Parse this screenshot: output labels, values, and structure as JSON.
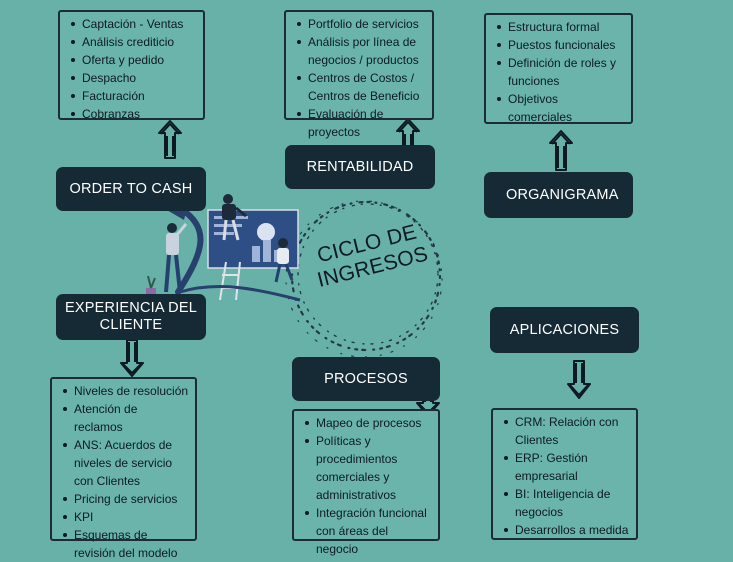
{
  "center": {
    "title_line1": "CICLO DE",
    "title_line2": "INGRESOS"
  },
  "nodes": {
    "order_to_cash": {
      "label": "ORDER TO CASH",
      "items": [
        "Captación - Ventas",
        "Análisis crediticio",
        "Oferta y pedido",
        "Despacho",
        "Facturación",
        "Cobranzas"
      ]
    },
    "rentabilidad": {
      "label": "RENTABILIDAD",
      "items": [
        "Portfolio de servicios",
        "Análisis por línea de negocios / productos",
        "Centros de Costos / Centros de Beneficio",
        "Evaluación de proyectos"
      ]
    },
    "organigrama": {
      "label": "ORGANIGRAMA",
      "items": [
        "Estructura formal",
        "Puestos funcionales",
        "Definición de roles y funciones",
        "Objetivos comerciales"
      ]
    },
    "experiencia": {
      "label": "EXPERIENCIA DEL CLIENTE",
      "items": [
        "Niveles de resolución",
        "Atención de reclamos",
        "ANS: Acuerdos de niveles de servicio con Clientes",
        "Pricing de servicios",
        "KPI",
        "Esquemas de revisión del modelo"
      ]
    },
    "procesos": {
      "label": "PROCESOS",
      "items": [
        "Mapeo de procesos",
        "Políticas y procedimientos comerciales y administrativos",
        "Integración funcional con áreas del negocio"
      ]
    },
    "aplicaciones": {
      "label": "APLICACIONES",
      "items": [
        "CRM: Relación con Clientes",
        "ERP: Gestión empresarial",
        "BI: Inteligencia de negocios",
        "Desarrollos a medida"
      ]
    }
  },
  "colors": {
    "background": "#67b1a8",
    "label_fill": "#162a36",
    "outline": "#1c2b35",
    "accent_arrow": "#27406e"
  }
}
